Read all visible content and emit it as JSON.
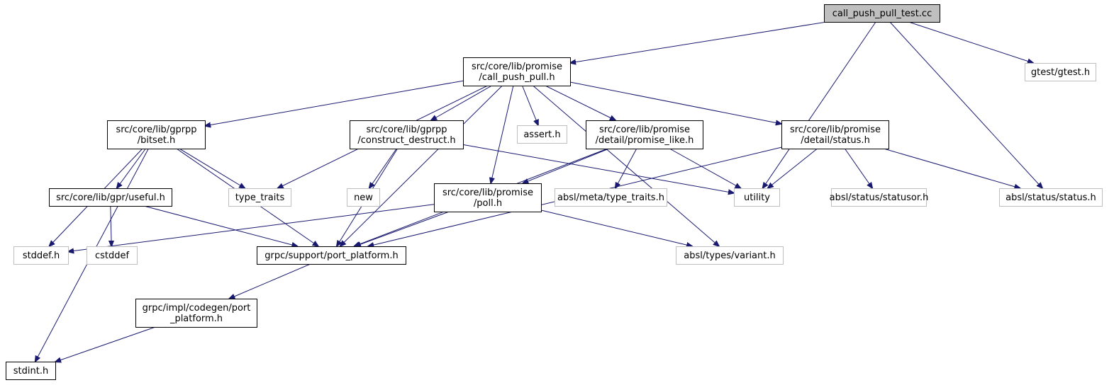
{
  "colors": {
    "edge": "#191970",
    "box_border_local": "#000000",
    "box_border_external": "#bfbfbf",
    "root_fill": "#bfbfbf",
    "box_fill": "#ffffff"
  },
  "nodes": [
    {
      "id": "root",
      "lines": [
        "call_push_pull_test.cc"
      ],
      "kind": "root"
    },
    {
      "id": "call_push_pull",
      "lines": [
        "src/core/lib/promise",
        "/call_push_pull.h"
      ],
      "kind": "local"
    },
    {
      "id": "gtest",
      "lines": [
        "gtest/gtest.h"
      ],
      "kind": "external"
    },
    {
      "id": "bitset",
      "lines": [
        "src/core/lib/gprpp",
        "/bitset.h"
      ],
      "kind": "local"
    },
    {
      "id": "construct_destruct",
      "lines": [
        "src/core/lib/gprpp",
        "/construct_destruct.h"
      ],
      "kind": "local"
    },
    {
      "id": "assert",
      "lines": [
        "assert.h"
      ],
      "kind": "external"
    },
    {
      "id": "promise_like",
      "lines": [
        "src/core/lib/promise",
        "/detail/promise_like.h"
      ],
      "kind": "local"
    },
    {
      "id": "detail_status",
      "lines": [
        "src/core/lib/promise",
        "/detail/status.h"
      ],
      "kind": "local"
    },
    {
      "id": "type_traits",
      "lines": [
        "type_traits"
      ],
      "kind": "external"
    },
    {
      "id": "useful",
      "lines": [
        "src/core/lib/gpr/useful.h"
      ],
      "kind": "local"
    },
    {
      "id": "new",
      "lines": [
        "new"
      ],
      "kind": "external"
    },
    {
      "id": "poll",
      "lines": [
        "src/core/lib/promise",
        "/poll.h"
      ],
      "kind": "local"
    },
    {
      "id": "meta_type_traits",
      "lines": [
        "absl/meta/type_traits.h"
      ],
      "kind": "external"
    },
    {
      "id": "utility",
      "lines": [
        "utility"
      ],
      "kind": "external"
    },
    {
      "id": "statusor",
      "lines": [
        "absl/status/statusor.h"
      ],
      "kind": "external"
    },
    {
      "id": "absl_status",
      "lines": [
        "absl/status/status.h"
      ],
      "kind": "external"
    },
    {
      "id": "stddef",
      "lines": [
        "stddef.h"
      ],
      "kind": "external"
    },
    {
      "id": "cstddef",
      "lines": [
        "cstddef"
      ],
      "kind": "external"
    },
    {
      "id": "port_platform",
      "lines": [
        "grpc/support/port_platform.h"
      ],
      "kind": "local"
    },
    {
      "id": "variant",
      "lines": [
        "absl/types/variant.h"
      ],
      "kind": "external"
    },
    {
      "id": "impl_port_platform",
      "lines": [
        "grpc/impl/codegen/port",
        "_platform.h"
      ],
      "kind": "local"
    },
    {
      "id": "stdint",
      "lines": [
        "stdint.h"
      ],
      "kind": "local"
    }
  ],
  "edges": [
    [
      "root",
      "call_push_pull"
    ],
    [
      "root",
      "utility"
    ],
    [
      "root",
      "absl_status"
    ],
    [
      "root",
      "gtest"
    ],
    [
      "call_push_pull",
      "bitset"
    ],
    [
      "call_push_pull",
      "type_traits"
    ],
    [
      "call_push_pull",
      "port_platform"
    ],
    [
      "call_push_pull",
      "construct_destruct"
    ],
    [
      "call_push_pull",
      "poll"
    ],
    [
      "call_push_pull",
      "assert"
    ],
    [
      "call_push_pull",
      "promise_like"
    ],
    [
      "call_push_pull",
      "detail_status"
    ],
    [
      "call_push_pull",
      "variant"
    ],
    [
      "bitset",
      "type_traits"
    ],
    [
      "bitset",
      "useful"
    ],
    [
      "bitset",
      "stddef"
    ],
    [
      "bitset",
      "stdint"
    ],
    [
      "bitset",
      "port_platform"
    ],
    [
      "useful",
      "cstddef"
    ],
    [
      "useful",
      "port_platform"
    ],
    [
      "construct_destruct",
      "new"
    ],
    [
      "construct_destruct",
      "port_platform"
    ],
    [
      "construct_destruct",
      "utility"
    ],
    [
      "promise_like",
      "poll"
    ],
    [
      "promise_like",
      "meta_type_traits"
    ],
    [
      "promise_like",
      "utility"
    ],
    [
      "promise_like",
      "port_platform"
    ],
    [
      "detail_status",
      "utility"
    ],
    [
      "detail_status",
      "statusor"
    ],
    [
      "detail_status",
      "absl_status"
    ],
    [
      "detail_status",
      "port_platform"
    ],
    [
      "poll",
      "stddef"
    ],
    [
      "poll",
      "port_platform"
    ],
    [
      "poll",
      "variant"
    ],
    [
      "port_platform",
      "impl_port_platform"
    ],
    [
      "impl_port_platform",
      "stdint"
    ]
  ]
}
